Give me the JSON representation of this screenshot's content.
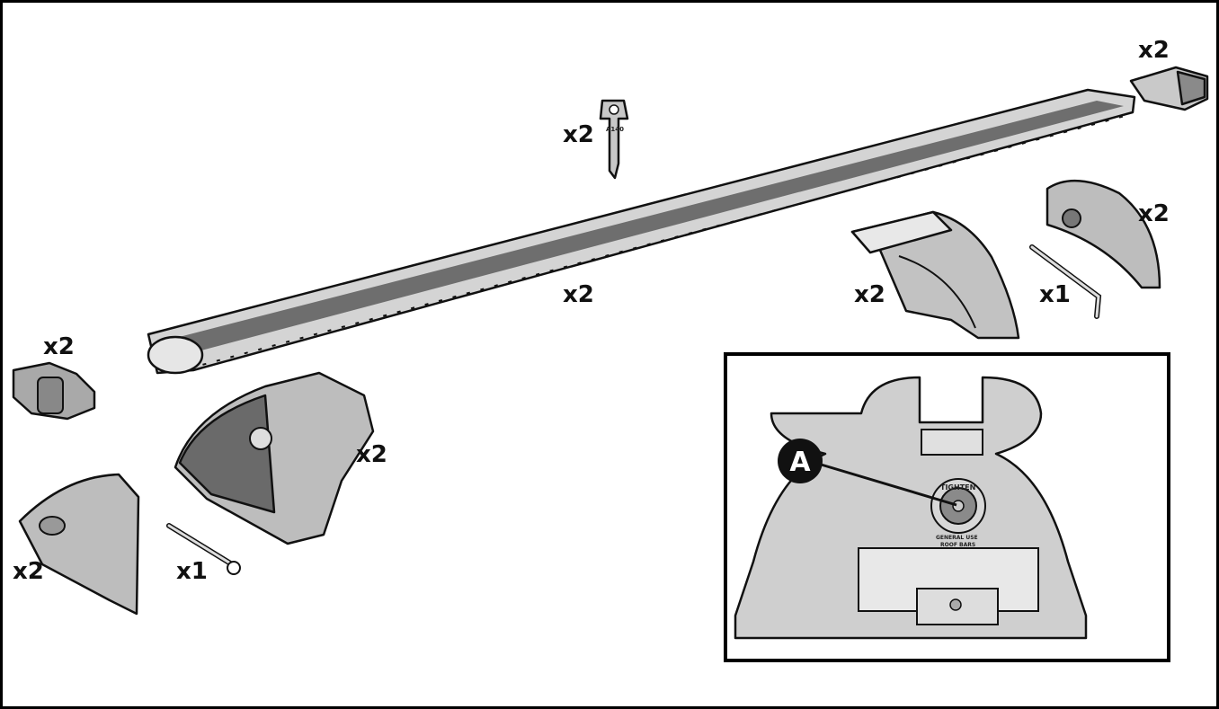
{
  "title": "Roof bar kit contents",
  "quantities": {
    "end_cap_top_right": "x2",
    "key": "x2",
    "roof_bar": "x2",
    "foot_pad_right": "x2",
    "cover_right": "x2",
    "hex_key": "x1",
    "end_cap_left": "x2",
    "foot_left": "x2",
    "cover_left": "x2",
    "tool_left": "x1"
  },
  "key_code": "A140",
  "inset": {
    "callout_label": "A",
    "tighten_label": "TIGHTEN",
    "general_use_line1": "GENERAL USE",
    "general_use_line2": "ROOF BARS"
  },
  "colors": {
    "part_fill": "#d9d9d9",
    "part_dark": "#7a7a7a",
    "line": "#111111"
  }
}
